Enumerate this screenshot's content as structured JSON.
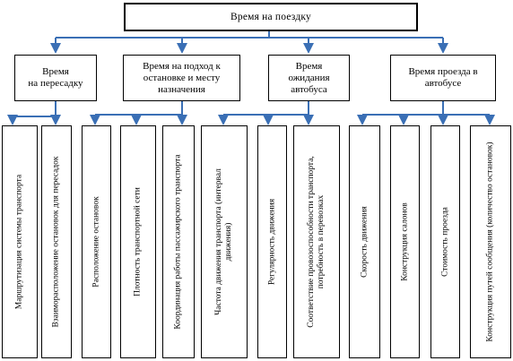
{
  "root": {
    "title": "Время на поездку"
  },
  "categories": [
    "Время\nна пересадку",
    "Время на подход к\nостановке и месту\nназначения",
    "Время\nожидания\nавтобуса",
    "Время проезда в\nавтобусе"
  ],
  "factors": [
    "Маршрутизация системы транспорта",
    "Взаиморасположение остановок для пересадок",
    "Расположение остановок",
    "Плотность транспортной сети",
    "Координация работы пассажирского транспорта",
    "Частота движения транспорта (интервал движения)",
    "Регулярность движения",
    "Соответствие провозоспособности транспорта, потребность в перевозках",
    "Скорость движения",
    "Конструкция салонов",
    "Стоимость проезда",
    "Конструкция путей сообщения (количество остановок)"
  ],
  "colors": {
    "connector": "#3a6fb5",
    "border": "#000000"
  }
}
